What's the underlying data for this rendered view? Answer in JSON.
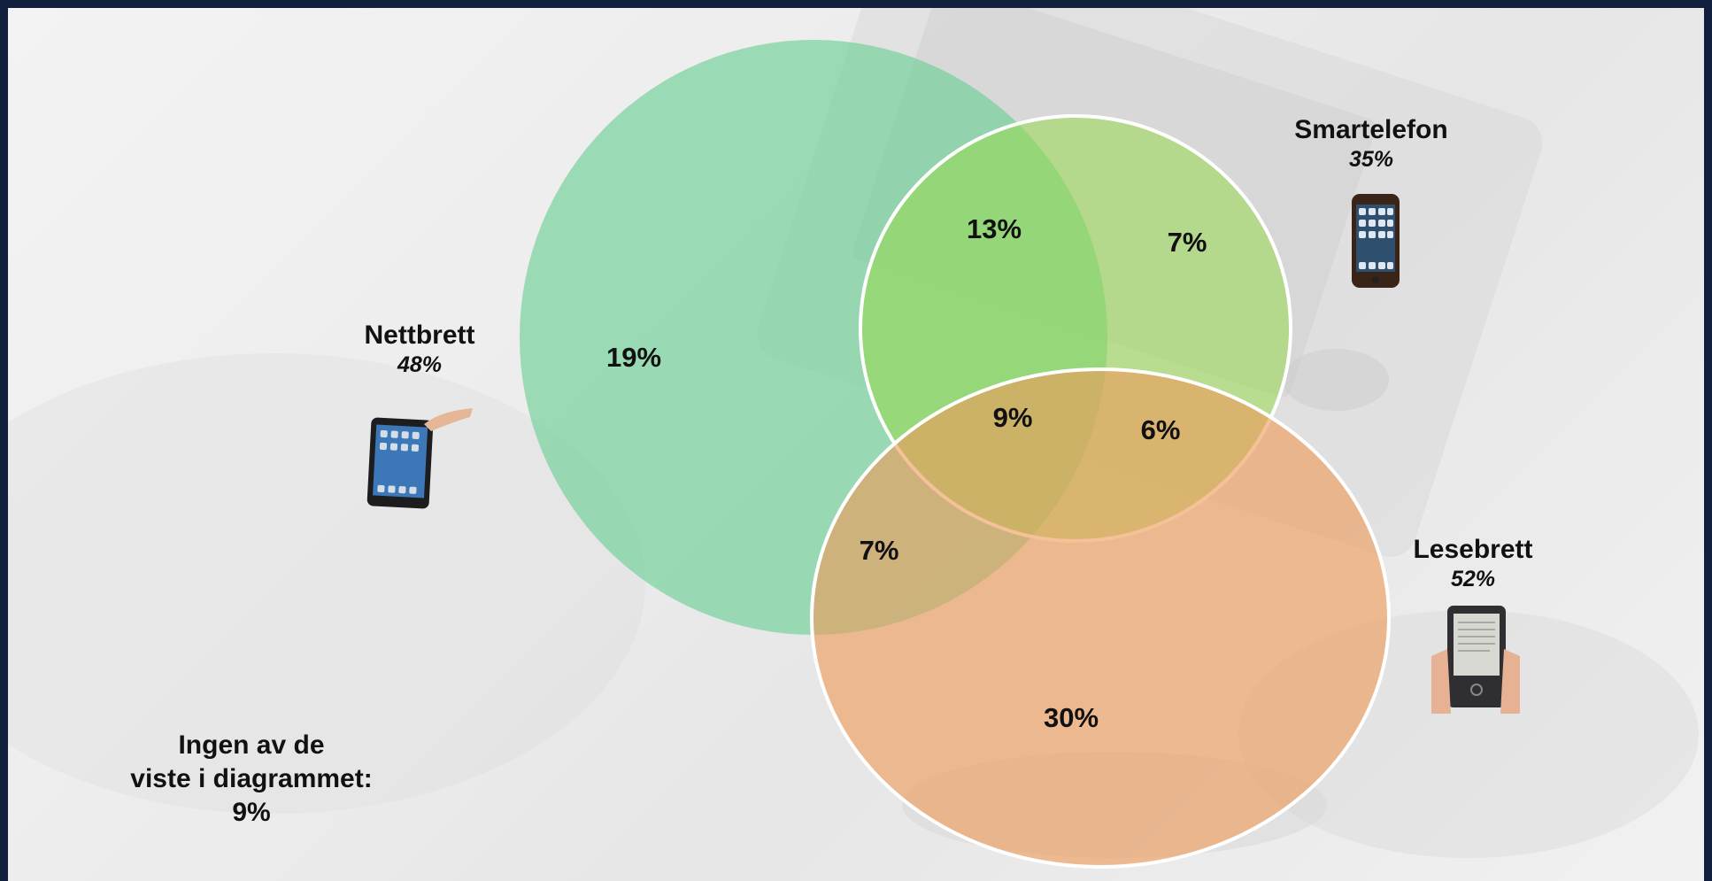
{
  "sets": {
    "nettbrett": {
      "name": "Nettbrett",
      "pct": "48%",
      "icon": "tablet-icon",
      "color": "#6dcf95"
    },
    "smartelefon": {
      "name": "Smartelefon",
      "pct": "35%",
      "icon": "smartphone-icon",
      "color": "#98d84f"
    },
    "lesebrett": {
      "name": "Lesebrett",
      "pct": "52%",
      "icon": "ereader-icon",
      "color": "#ee9b5a"
    }
  },
  "regions": {
    "nettbrett_only": "19%",
    "nettbrett_smartelefon": "13%",
    "smartelefon_only": "7%",
    "all_three": "9%",
    "smartelefon_lesebrett": "6%",
    "nettbrett_lesebrett": "7%",
    "lesebrett_only": "30%"
  },
  "none": {
    "line1": "Ingen av de",
    "line2": "viste i diagrammet:",
    "pct": "9%"
  }
}
